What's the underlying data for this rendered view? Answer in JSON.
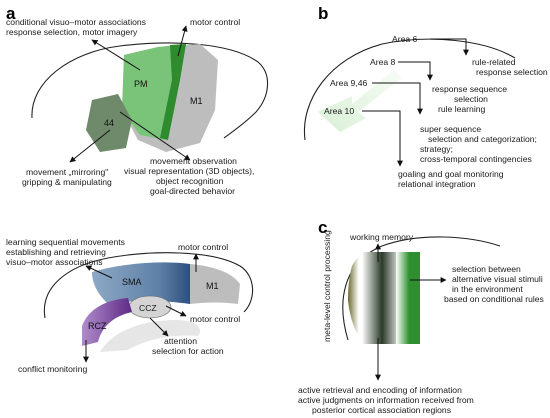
{
  "panels": {
    "a": {
      "letter": "a",
      "labels": {
        "pm": "PM",
        "m1": "M1",
        "area44": "44",
        "cond_line1": "conditional visuo–motor associations",
        "cond_line2": "response selection, motor imagery",
        "motor_control": "motor control",
        "mirror_line1": "movement „mirroring\"",
        "mirror_line2": "gripping & manipulating",
        "obs_line1": "movement observation",
        "obs_line2": "visual representation (3D objects),",
        "obs_line3": "object recognition",
        "obs_line4": "goal-directed behavior"
      }
    },
    "b": {
      "letter": "b",
      "labels": {
        "area6": "Area 6",
        "area8": "Area 8",
        "area946": "Area 9,46",
        "area10": "Area 10",
        "rule_line1": "rule-related",
        "rule_line2": "response selection",
        "seq_line1": "response sequence",
        "seq_line2": "selection",
        "seq_line3": "rule learning",
        "super_line1": "super sequence",
        "super_line2": "selection and categorization;",
        "super_line3": "strategy;",
        "super_line4": "cross-temporal contingencies",
        "goal_line1": "goaling and goal monitoring",
        "goal_line2": "relational integration"
      }
    },
    "lower_left": {
      "labels": {
        "sma": "SMA",
        "m1": "M1",
        "ccz": "CCZ",
        "rcz": "RCZ",
        "learn_line1": "learning sequential movements",
        "learn_line2": "establishing and retrieving",
        "learn_line3": "visuo–motor associations",
        "motor_control_top": "motor control",
        "motor_control_right": "motor control",
        "attention_line1": "attention",
        "attention_line2": "selection for action",
        "conflict": "conflict monitoring"
      }
    },
    "c": {
      "letter": "c",
      "labels": {
        "working_memory": "working memory",
        "meta": "meta-level control processing",
        "sel_line1": "selection between",
        "sel_line2": "alternative visual stimuli",
        "sel_line3": "in the environment",
        "sel_line4": "based on conditional rules",
        "active_line1": "active retrieval and encoding of information",
        "active_line2": "active judgments on information received from",
        "active_line3": "posterior cortical association regions"
      }
    }
  },
  "colors": {
    "pm_green": "#6fbf6f",
    "dark_green": "#2e8b2e",
    "area44_gray_green": "#6f8a6a",
    "m1_gray": "#bdbdbd",
    "sma_blue": "#5d7fa6",
    "dark_blue": "#2c4f7c",
    "rcz_purple": "#7d4aa0",
    "ccz_gray": "#c8c8c8",
    "light_green": "#cfeacb"
  }
}
